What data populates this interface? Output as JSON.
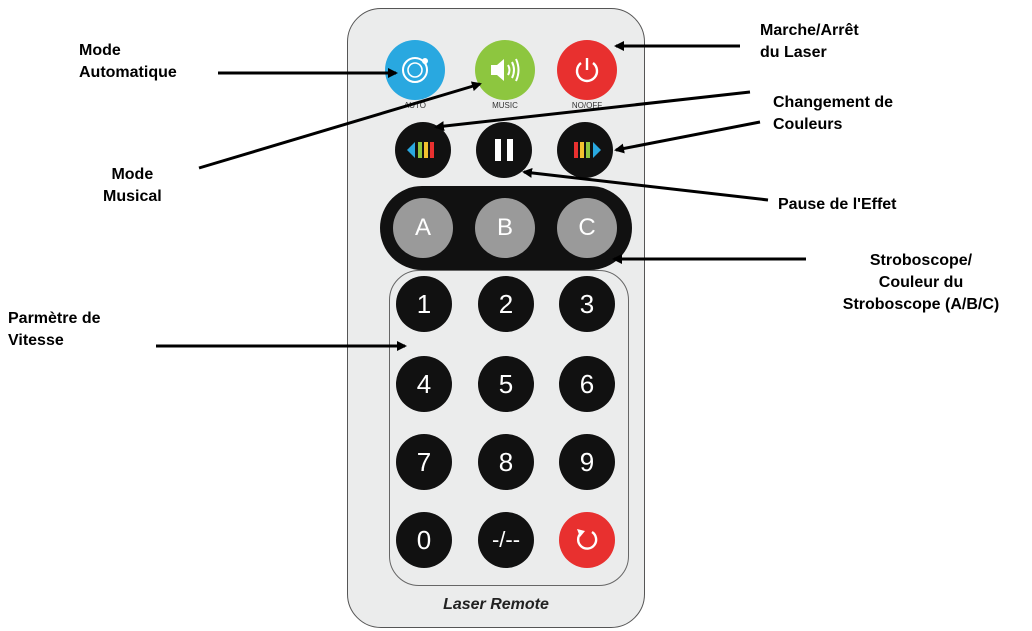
{
  "annotations": {
    "mode_auto": [
      "Mode",
      "Automatique"
    ],
    "on_off": [
      "Marche/Arrêt",
      "du Laser"
    ],
    "color_change": [
      "Changement de",
      "Couleurs"
    ],
    "mode_music": [
      "Mode",
      "Musical"
    ],
    "pause": [
      "Pause de l'Effet"
    ],
    "strobe": [
      "Stroboscope/",
      "Couleur du",
      "Stroboscope (A/B/C)"
    ],
    "speed": [
      "Parmètre de",
      "Vitesse"
    ]
  },
  "remote": {
    "top_buttons": {
      "auto_label": "AUTO",
      "music_label": "MUSIC",
      "power_label": "NO/OFF"
    },
    "abc": [
      "A",
      "B",
      "C"
    ],
    "keypad": [
      "1",
      "2",
      "3",
      "4",
      "5",
      "6",
      "7",
      "8",
      "9",
      "0",
      "-/--"
    ],
    "brand": "Laser Remote"
  },
  "colors": {
    "auto": "#29a8e0",
    "music": "#8dc63f",
    "power": "#e8302f",
    "reset": "#e8302f",
    "abc_button": "#9a9a9a",
    "body": "#ebecec"
  },
  "icons": {
    "auto": "orbit-icon",
    "music": "speaker-icon",
    "power": "power-icon",
    "color_prev": "color-prev-icon",
    "pause": "pause-icon",
    "color_next": "color-next-icon",
    "reset": "reset-icon"
  }
}
